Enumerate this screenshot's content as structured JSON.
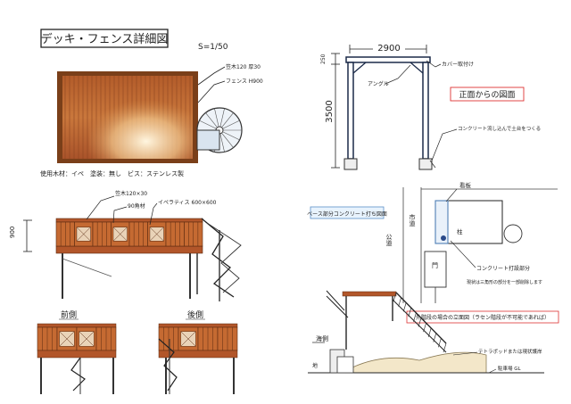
{
  "title": "デッキ・フェンス詳細図",
  "scale": "S=1/50",
  "plan_notes": {
    "top_rail": "笠木120 厚30",
    "fence_height": "フェンス H900"
  },
  "materials_line": "使用木材：イペ　塗装：無し　ビス：ステンレス製",
  "elevation_notes": {
    "top_rail": "笠木120×30",
    "post": "90角材",
    "lattice": "イペラティス 600×600",
    "height_dim": "900"
  },
  "view_labels": {
    "front": "前側",
    "rear": "後側"
  },
  "front_elevation": {
    "width_dim": "2900",
    "top_dim": "250",
    "height_dim": "3500",
    "cover_note": "カバー取付け",
    "angle_note": "アングル",
    "title": "正面からの図面",
    "concrete_note": "コンクリート流し込んで土台をつくる"
  },
  "base_plan": {
    "title": "ベース部分コンクリート打ち図面",
    "road_left": "公道",
    "road_mid": "市道",
    "signboard": "看板",
    "pillar": "柱",
    "gate": "門",
    "concrete_note": "コンクリート打設部分",
    "note2": "現状は三角形の部分を一部削除します"
  },
  "stair_section": {
    "title": "外階段の場合の立面図（ラセン階段が不可能であれば）",
    "sea_side": "海側",
    "ground_left": "地",
    "tetrapod_note": "テトラポッドまたは現状護岸",
    "gl_note": "駐車場 GL"
  }
}
